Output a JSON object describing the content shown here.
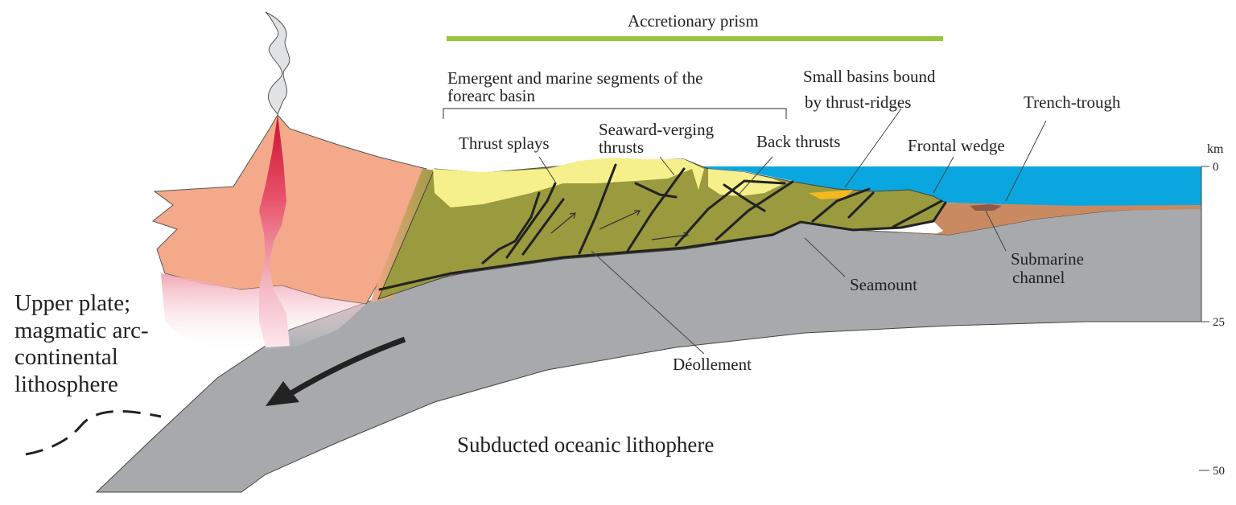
{
  "labels": {
    "accretionary_prism": "Accretionary prism",
    "forearc_basin_line1": "Emergent and marine segments of the",
    "forearc_basin_line2": "forearc basin",
    "small_basins_line1": "Small basins bound",
    "small_basins_line2": "by thrust-ridges",
    "trench_trough": "Trench-trough",
    "thrust_splays": "Thrust splays",
    "seaward_verging_line1": "Seaward-verging",
    "seaward_verging_line2": "thrusts",
    "back_thrusts": "Back thrusts",
    "frontal_wedge": "Frontal wedge",
    "submarine_channel_line1": "Submarine",
    "submarine_channel_line2": "channel",
    "seamount": "Seamount",
    "decollement": "Déollement",
    "upper_plate_line1": "Upper plate;",
    "upper_plate_line2": "magmatic arc-",
    "upper_plate_line3": "continental",
    "upper_plate_line4": "lithosphere",
    "subducted": "Subducted oceanic lithophere"
  },
  "scale": {
    "unit": "km",
    "ticks": [
      "0",
      "25",
      "50"
    ]
  },
  "colors": {
    "ocean": "#0aa6df",
    "prism_bar": "#9bc53d",
    "oceanic_plate": "#a7a9ac",
    "upper_plate": "#f4a98a",
    "magma": "#d7263d",
    "forearc_basin": "#f6f08c",
    "prism": "#9a9a3e",
    "sediment": "#c98a62",
    "small_basin": "#f5b820",
    "channel_fill": "#8b5a4a"
  }
}
